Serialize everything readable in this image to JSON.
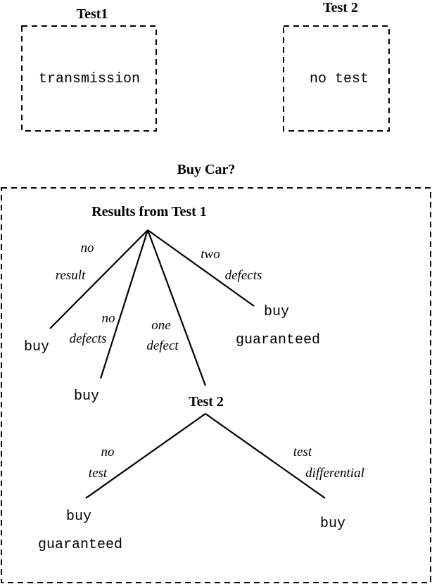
{
  "test1": {
    "title": "Test1",
    "content": "transmission"
  },
  "test2": {
    "title": "Test 2",
    "content": "no test"
  },
  "buy_car": {
    "title": "Buy Car?",
    "results_title": "Results from Test 1",
    "branches": {
      "no_result": {
        "line1": "no",
        "line2": "result",
        "outcome": "buy"
      },
      "no_defects": {
        "line1": "no",
        "line2": "defects",
        "outcome": "buy"
      },
      "one_defect": {
        "line1": "one",
        "line2": "defect"
      },
      "two_defects": {
        "line1": "two",
        "line2": "defects",
        "outcome_line1": "buy",
        "outcome_line2": "guaranteed"
      }
    },
    "sub_test": {
      "title": "Test 2",
      "no_test": {
        "line1": "no",
        "line2": "test",
        "outcome_line1": "buy",
        "outcome_line2": "guaranteed"
      },
      "test_differential": {
        "line1": "test",
        "line2": "differential",
        "outcome": "buy"
      }
    }
  }
}
